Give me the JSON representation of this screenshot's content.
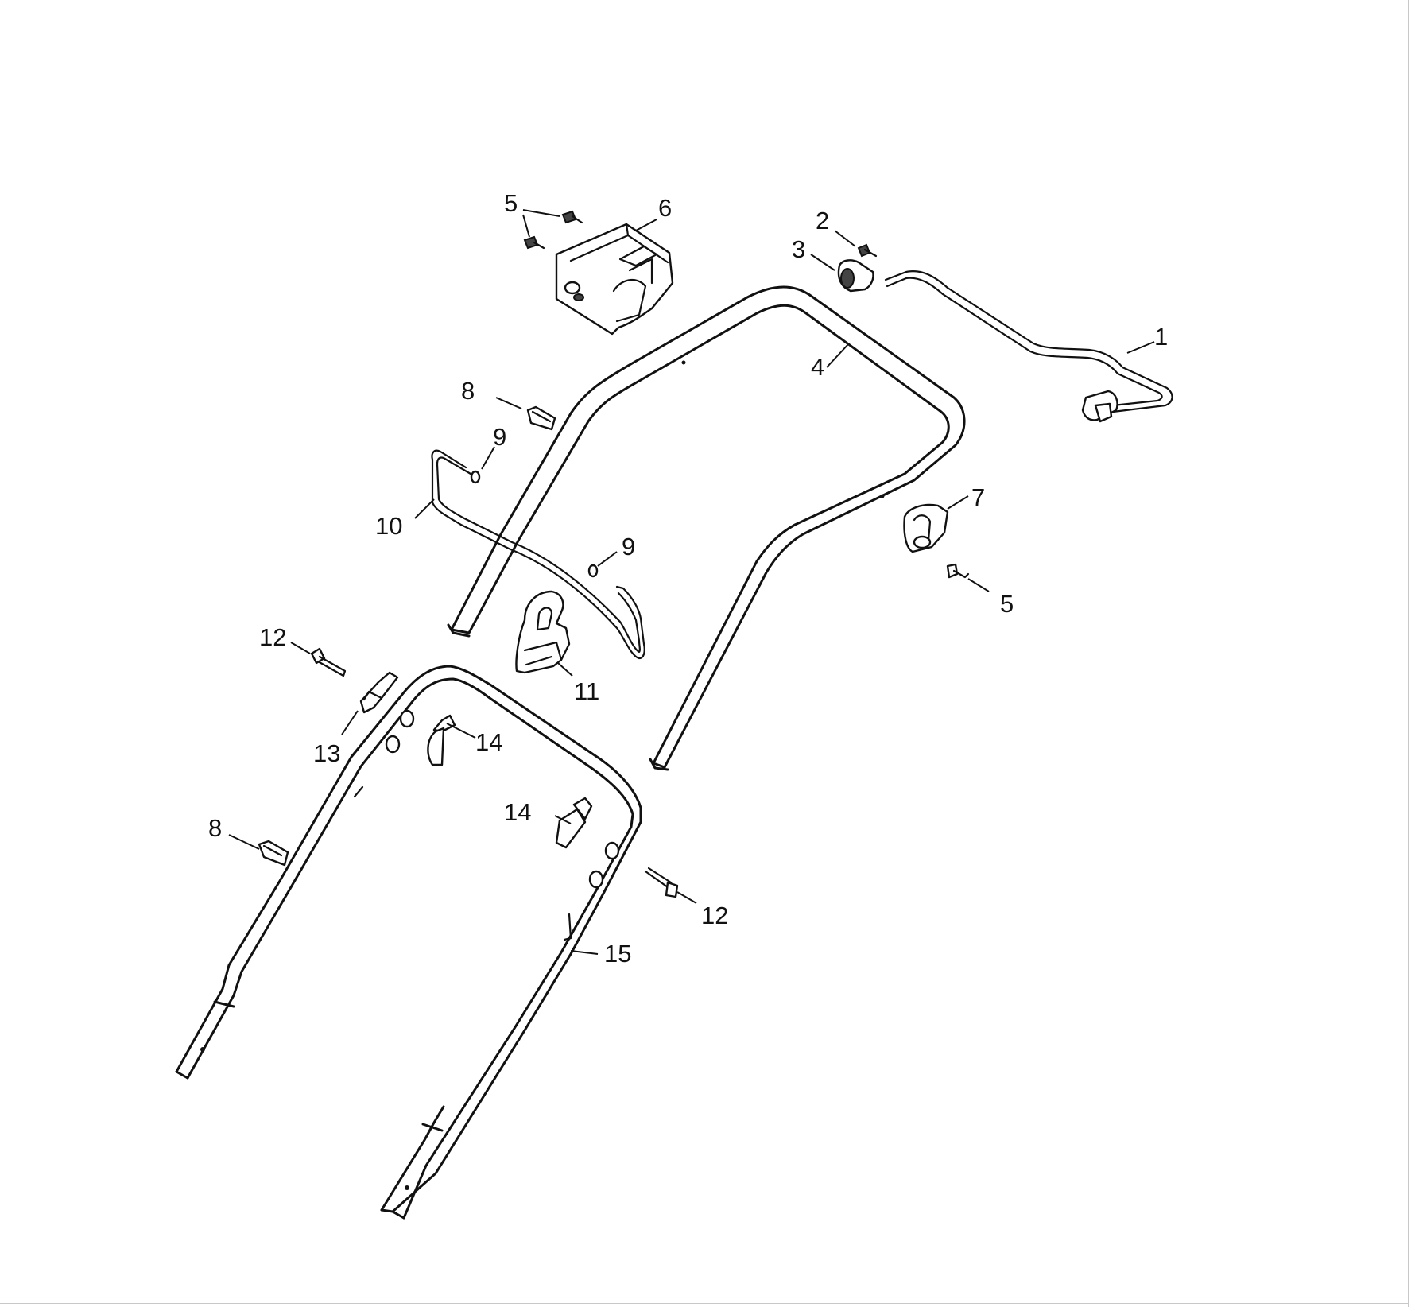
{
  "callouts": [
    {
      "id": "c1",
      "text": "1"
    },
    {
      "id": "c2",
      "text": "2"
    },
    {
      "id": "c3",
      "text": "3"
    },
    {
      "id": "c4",
      "text": "4"
    },
    {
      "id": "c5a",
      "text": "5"
    },
    {
      "id": "c5b",
      "text": "5"
    },
    {
      "id": "c6",
      "text": "6"
    },
    {
      "id": "c7",
      "text": "7"
    },
    {
      "id": "c8a",
      "text": "8"
    },
    {
      "id": "c8b",
      "text": "8"
    },
    {
      "id": "c9a",
      "text": "9"
    },
    {
      "id": "c9b",
      "text": "9"
    },
    {
      "id": "c10",
      "text": "10"
    },
    {
      "id": "c11",
      "text": "11"
    },
    {
      "id": "c12a",
      "text": "12"
    },
    {
      "id": "c12b",
      "text": "12"
    },
    {
      "id": "c13",
      "text": "13"
    },
    {
      "id": "c14a",
      "text": "14"
    },
    {
      "id": "c14b",
      "text": "14"
    },
    {
      "id": "c15",
      "text": "15"
    }
  ]
}
